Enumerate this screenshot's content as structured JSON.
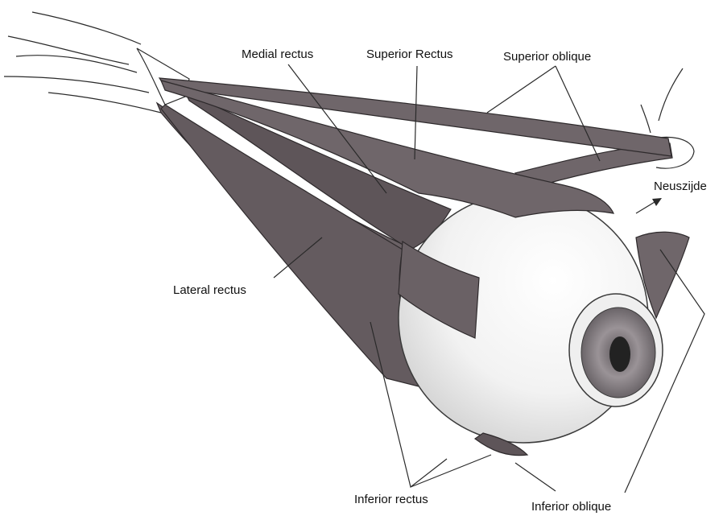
{
  "labels": {
    "medial_rectus": "Medial rectus",
    "superior_rectus": "Superior Rectus",
    "superior_oblique": "Superior oblique",
    "neuszijde": "Neuszijde",
    "lateral_rectus": "Lateral rectus",
    "inferior_rectus": "Inferior rectus",
    "inferior_oblique": "Inferior oblique"
  },
  "colors": {
    "muscle": "#6f666a",
    "muscle_dark": "#5e5559",
    "nerve": "#f4f4f4",
    "eyeball": "#fafafa",
    "iris": "#8a8388",
    "pupil": "#222222",
    "line": "#2a2a2a"
  }
}
